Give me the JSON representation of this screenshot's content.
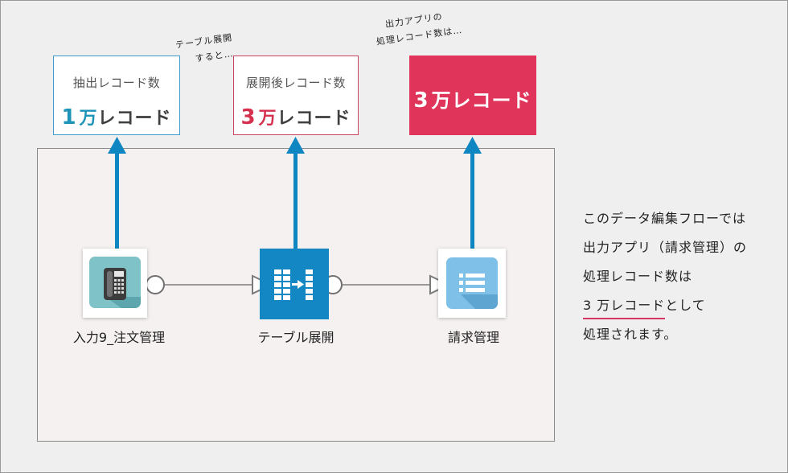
{
  "colors": {
    "accent_teal": "#1d93b8",
    "accent_red": "#d6304f",
    "output_fill": "#e0345a",
    "arrow_blue": "#0d86c2",
    "node_dark_blue": "#1287c4"
  },
  "boxes": {
    "extract": {
      "label": "抽出レコード数",
      "value_num": "1",
      "value_unit": "万",
      "value_text": "レコード"
    },
    "expand": {
      "label": "展開後レコード数",
      "value_num": "3",
      "value_unit": "万",
      "value_text": "レコード"
    },
    "output": {
      "value_num": "3",
      "value_unit": "万",
      "value_text": "レコード"
    }
  },
  "notes": {
    "after_expand_line1": "テーブル展開",
    "after_expand_line2": "すると…",
    "output_line1": "出力アプリの",
    "output_line2": "処理レコード数は…"
  },
  "flow": {
    "nodes": [
      {
        "label": "入力9_注文管理",
        "icon": "phone-icon"
      },
      {
        "label": "テーブル展開",
        "icon": "table-expand-icon"
      },
      {
        "label": "請求管理",
        "icon": "list-icon"
      }
    ]
  },
  "description": {
    "line1": "このデータ編集フローでは",
    "line2": "出力アプリ（請求管理）の",
    "line3": "処理レコード数は",
    "line4_highlight": "3 万レコード",
    "line4_rest": "として",
    "line5": "処理されます。"
  }
}
